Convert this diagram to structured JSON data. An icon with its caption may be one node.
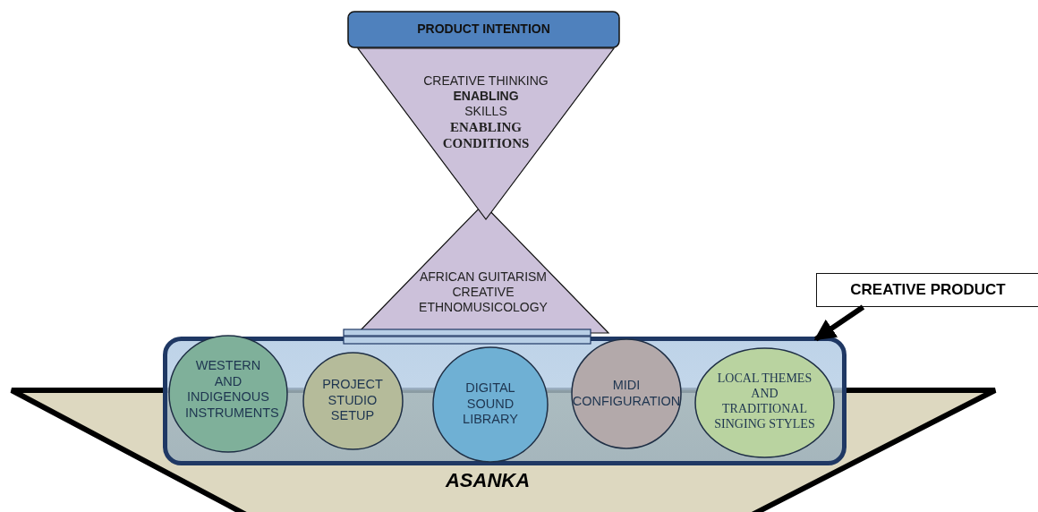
{
  "diagram": {
    "nodes": [
      {
        "text": [
          "PRODUCT INTENTION"
        ]
      },
      {
        "text": [
          "CREATIVE THINKING",
          "ENABLING",
          "SKILLS",
          "ENABLING CONDITIONS"
        ]
      },
      {
        "text": [
          "AFRICAN GUITARISM",
          "CREATIVE ETHNOMUSICOLOGY"
        ]
      },
      {
        "text": [
          "CREATIVE PRODUCT"
        ]
      },
      {
        "text": [
          "ASANKA"
        ]
      },
      {
        "text": [],
        "shape": "box"
      },
      {
        "text": [
          "WESTERN AND INDIGENOUS INSTRUMENTS"
        ],
        "in": 5
      },
      {
        "text": [
          "PROJECT STUDIO SETUP"
        ],
        "in": 5
      },
      {
        "text": [
          "DIGITAL SOUND LIBRARY"
        ],
        "in": 5
      },
      {
        "text": [
          "MIDI CONFIGURATION"
        ],
        "in": 5
      },
      {
        "text": [
          "LOCAL THEMES AND TRADITIONAL SINGING STYLES"
        ],
        "in": 5
      }
    ],
    "edges": [
      {
        "from": 3,
        "to": 5,
        "arrow": "to"
      }
    ]
  }
}
